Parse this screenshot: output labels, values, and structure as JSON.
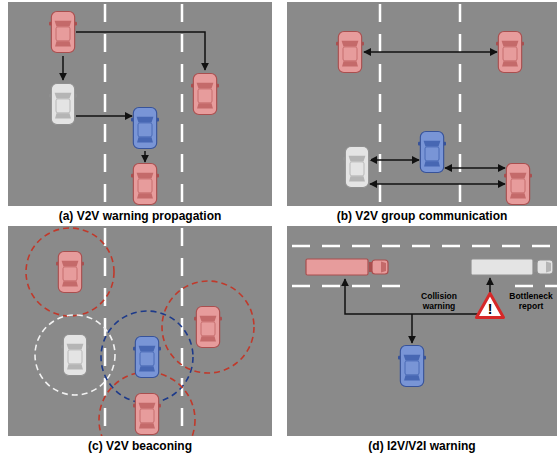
{
  "diagram": {
    "nodes": [
      {
        "text": [
          "!"
        ]
      }
    ],
    "labels": [
      "(a) V2V warning propagation",
      "(b) V2V group communication",
      "Collision warning",
      "Bottleneck report",
      "(c) V2V beaconing",
      "(d) I2V/V2I warning"
    ]
  }
}
